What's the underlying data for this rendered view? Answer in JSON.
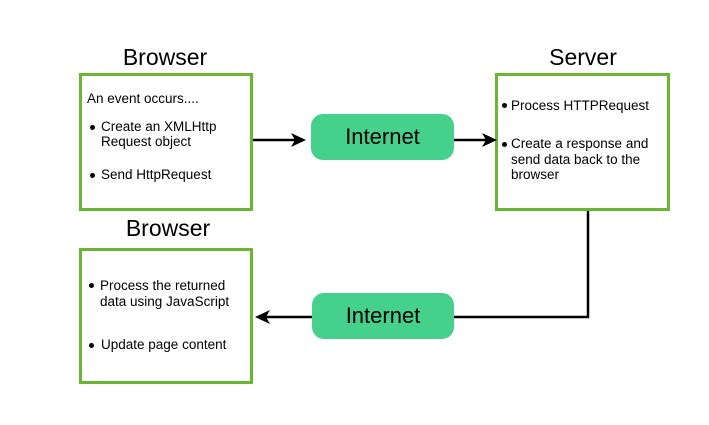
{
  "top_browser": {
    "title": "Browser",
    "intro": "An event occurs....",
    "bullets": [
      [
        "Create an XMLHttp",
        "Request object"
      ],
      [
        "Send HttpRequest"
      ]
    ]
  },
  "server": {
    "title": "Server",
    "bullets": [
      [
        "Process HTTPRequest"
      ],
      [
        "Create a response and",
        "send data back to the",
        "browser"
      ]
    ]
  },
  "bottom_browser": {
    "title": "Browser",
    "bullets": [
      [
        "Process the returned",
        "data using JavaScript"
      ],
      [
        "Update page content"
      ]
    ]
  },
  "internet_top": {
    "label": "Internet"
  },
  "internet_bottom": {
    "label": "Internet"
  },
  "colors": {
    "box_border": "#6ab531",
    "pill_fill": "#45d08b",
    "arrow": "#000000"
  }
}
